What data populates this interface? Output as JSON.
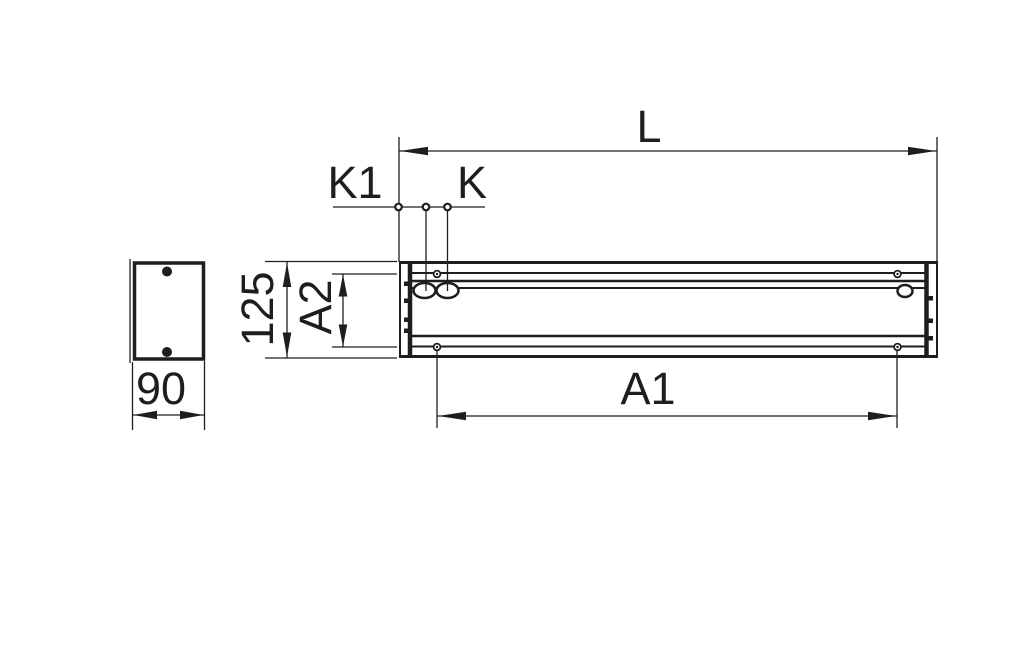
{
  "drawing": {
    "colors": {
      "line": "#1e1e1e",
      "background": "#ffffff"
    },
    "side_view": {
      "width_label": "90"
    },
    "front_view": {
      "length_label": "L",
      "height_label": "125",
      "hole_offset_label": "K1",
      "hole_pitch_label": "K",
      "hole_span_label": "A1",
      "vertical_span_label": "A2"
    }
  }
}
